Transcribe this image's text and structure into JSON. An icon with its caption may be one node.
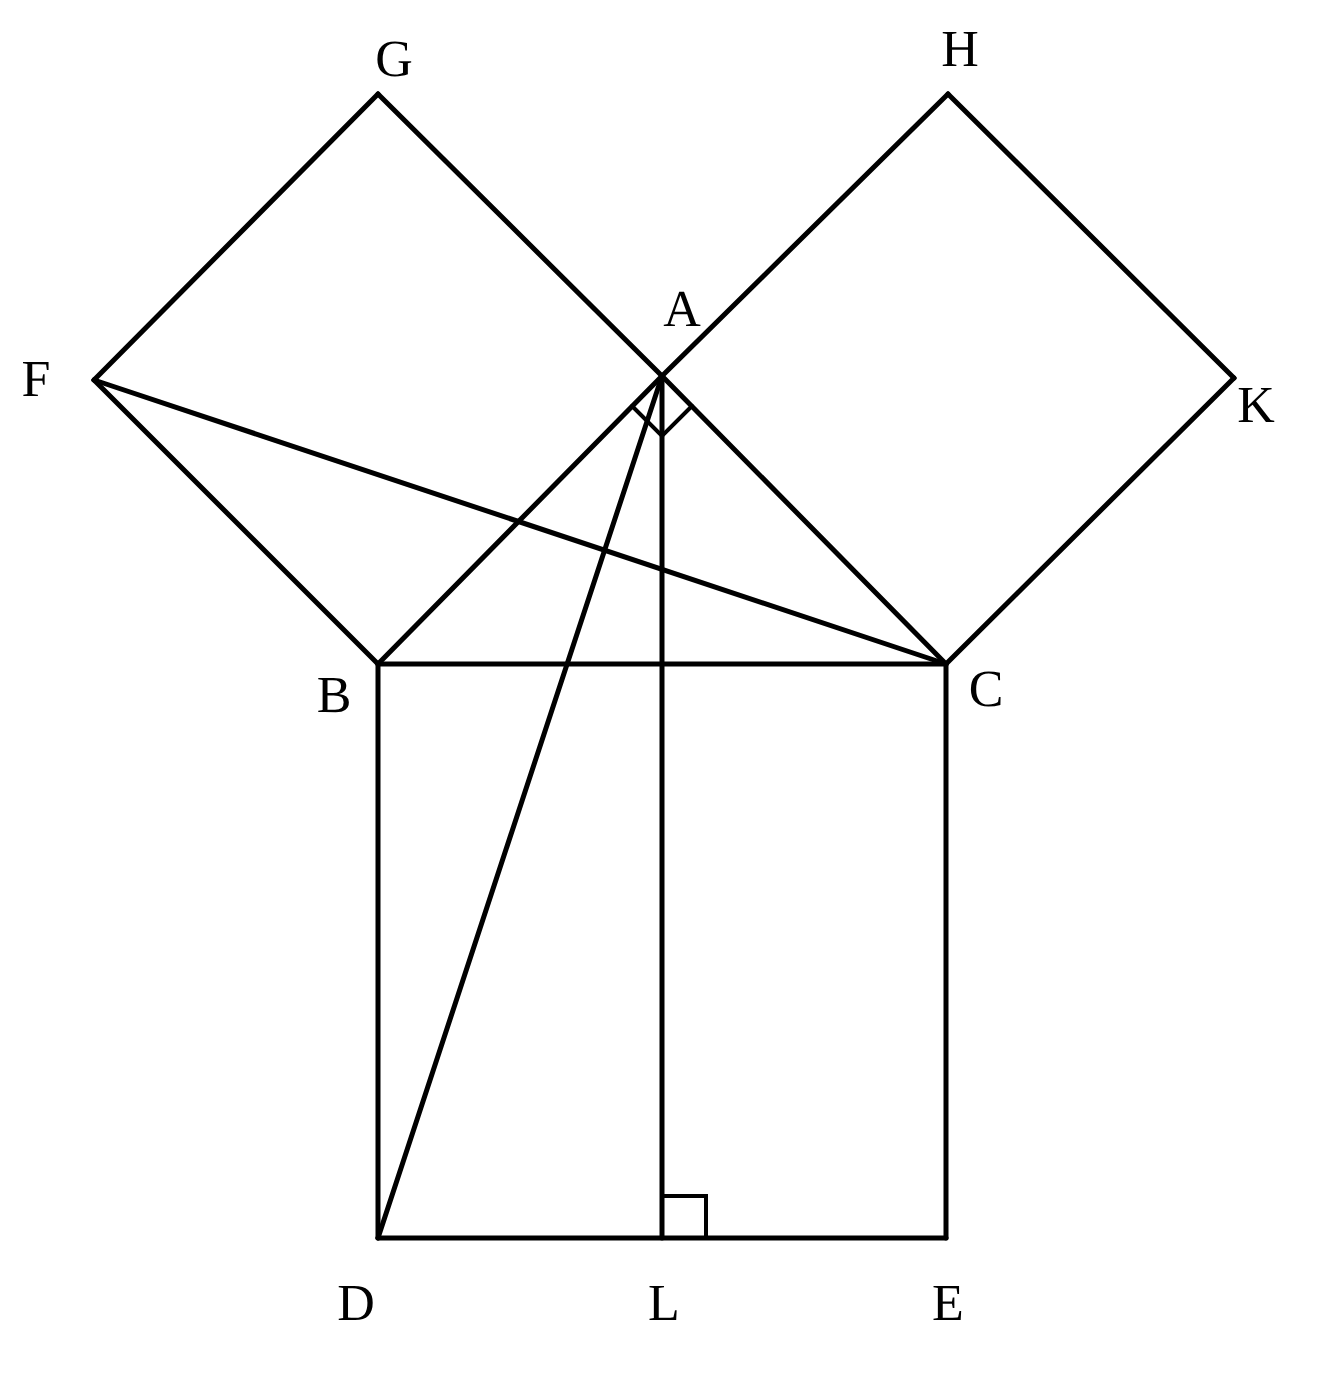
{
  "diagram": {
    "labels": [
      "G",
      "H",
      "A",
      "F",
      "K",
      "B",
      "C",
      "D",
      "L",
      "E"
    ]
  }
}
